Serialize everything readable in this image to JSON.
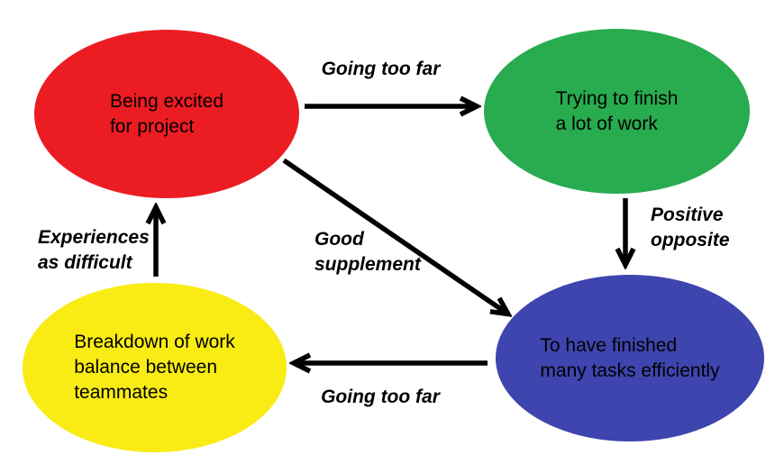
{
  "diagram": {
    "title": "",
    "background_color": "#FFFFFF",
    "arrow_color": "#000000",
    "text_color": "#000000",
    "nodes": {
      "excited": {
        "line1": "Being excited",
        "line2": "for project",
        "color": "#EC1C23",
        "shape": "ellipse",
        "position": "top-left"
      },
      "trying": {
        "line1": "Trying to finish",
        "line2": "a lot of work",
        "color": "#29AB4F",
        "shape": "ellipse",
        "position": "top-right"
      },
      "finished": {
        "line1": "To have finished",
        "line2": "many tasks efficiently",
        "color": "#3E45AE",
        "shape": "ellipse",
        "position": "bottom-right"
      },
      "breakdown": {
        "line1": "Breakdown of work",
        "line2": "balance between",
        "line3": "teammates",
        "color": "#F8EC14",
        "shape": "ellipse",
        "position": "bottom-left"
      }
    },
    "edges": {
      "excited_to_trying": {
        "from": "excited",
        "to": "trying",
        "label": "Going too far"
      },
      "trying_to_finished": {
        "from": "trying",
        "to": "finished",
        "label_line1": "Positive",
        "label_line2": "opposite"
      },
      "excited_to_finished": {
        "from": "excited",
        "to": "finished",
        "label_line1": "Good",
        "label_line2": "supplement"
      },
      "finished_to_breakdown": {
        "from": "finished",
        "to": "breakdown",
        "label": "Going too far"
      },
      "breakdown_to_excited": {
        "from": "breakdown",
        "to": "excited",
        "label_line1": "Experiences",
        "label_line2": "as difficult"
      }
    }
  }
}
